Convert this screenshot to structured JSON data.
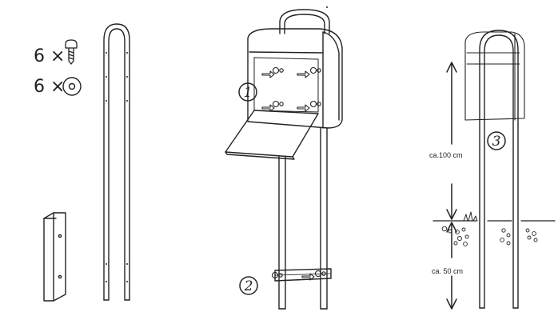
{
  "parts": {
    "screws": {
      "count_label": "6 ×",
      "icon": "screw-icon"
    },
    "washers": {
      "count_label": "6 ×",
      "icon": "washer-icon"
    }
  },
  "steps": [
    {
      "label": "1"
    },
    {
      "label": "2"
    },
    {
      "label": "3"
    }
  ],
  "dimensions": {
    "above_ground": "ca.100 cm",
    "below_ground": "ca. 50 cm"
  }
}
